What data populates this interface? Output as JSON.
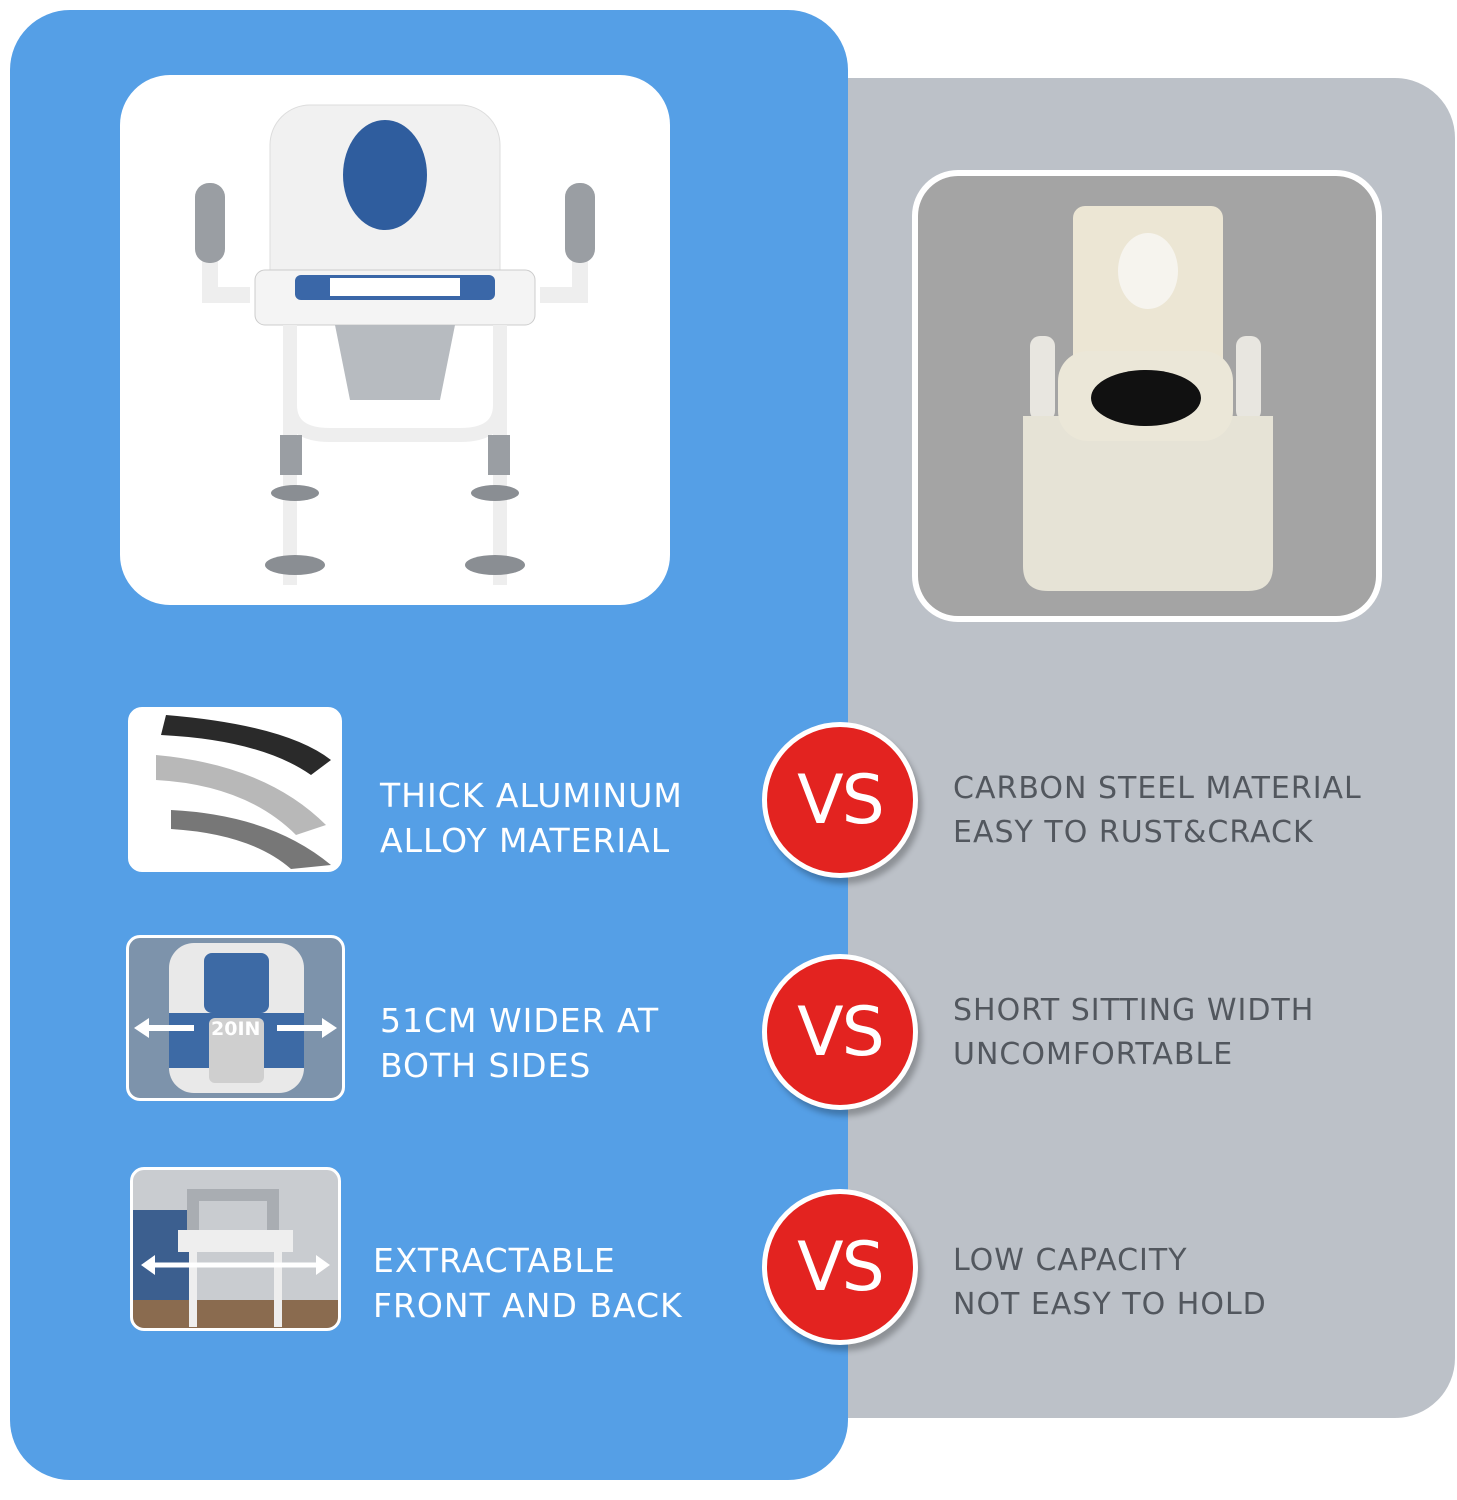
{
  "colors": {
    "blue": "#559fe6",
    "gray": "#bcc1c8",
    "vs_red": "#e32320",
    "text_dark": "#52575e"
  },
  "main_product": {
    "image": "commode-chair-with-armrests"
  },
  "compared_product": {
    "image": "portable-plastic-toilet"
  },
  "rows": [
    {
      "feature": [
        "THICK ALUMINUM",
        "ALLOY MATERIAL"
      ],
      "vs": "VS",
      "drawback": [
        "CARBON STEEL MATERIAL",
        "EASY TO RUST&CRACK"
      ]
    },
    {
      "feature": [
        "51CM WIDER AT",
        "BOTH SIDES"
      ],
      "thumb_label": "20IN",
      "vs": "VS",
      "drawback": [
        "SHORT SITTING WIDTH",
        "UNCOMFORTABLE"
      ]
    },
    {
      "feature": [
        "EXTRACTABLE",
        "FRONT AND BACK"
      ],
      "vs": "VS",
      "drawback": [
        "LOW CAPACITY",
        "NOT EASY TO HOLD"
      ]
    }
  ]
}
